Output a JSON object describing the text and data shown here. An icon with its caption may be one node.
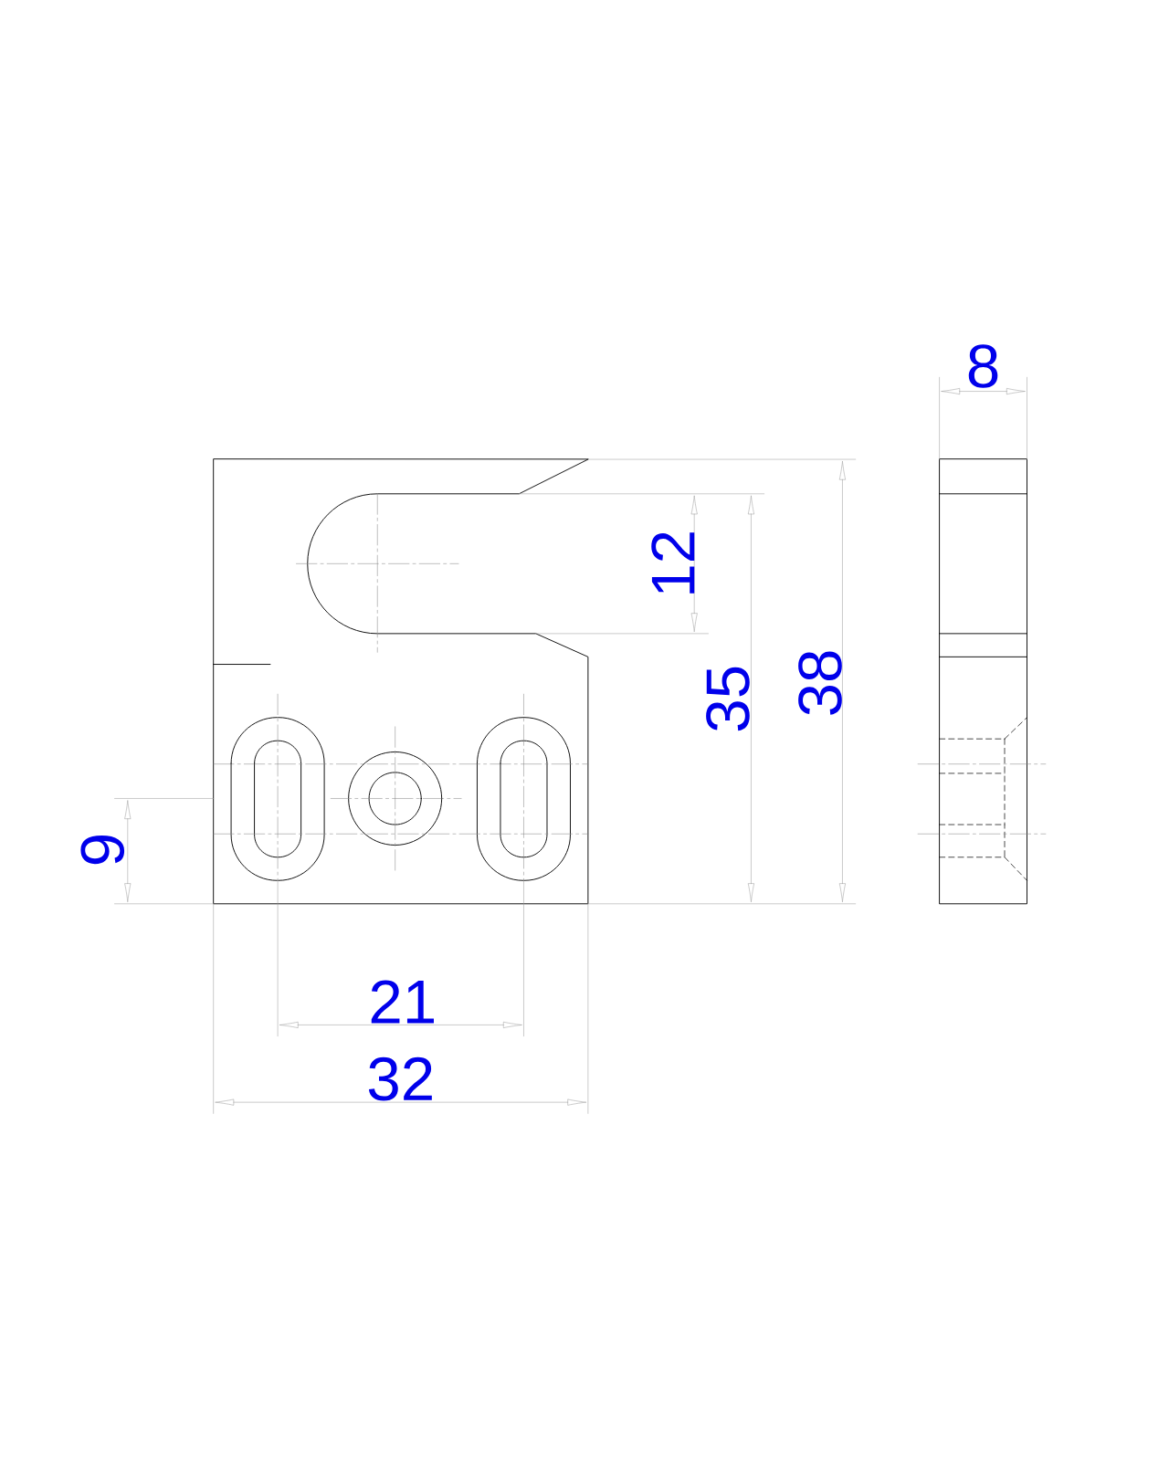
{
  "diagram": {
    "labels": [
      "8",
      "12",
      "38",
      "35",
      "9",
      "21",
      "32"
    ]
  }
}
